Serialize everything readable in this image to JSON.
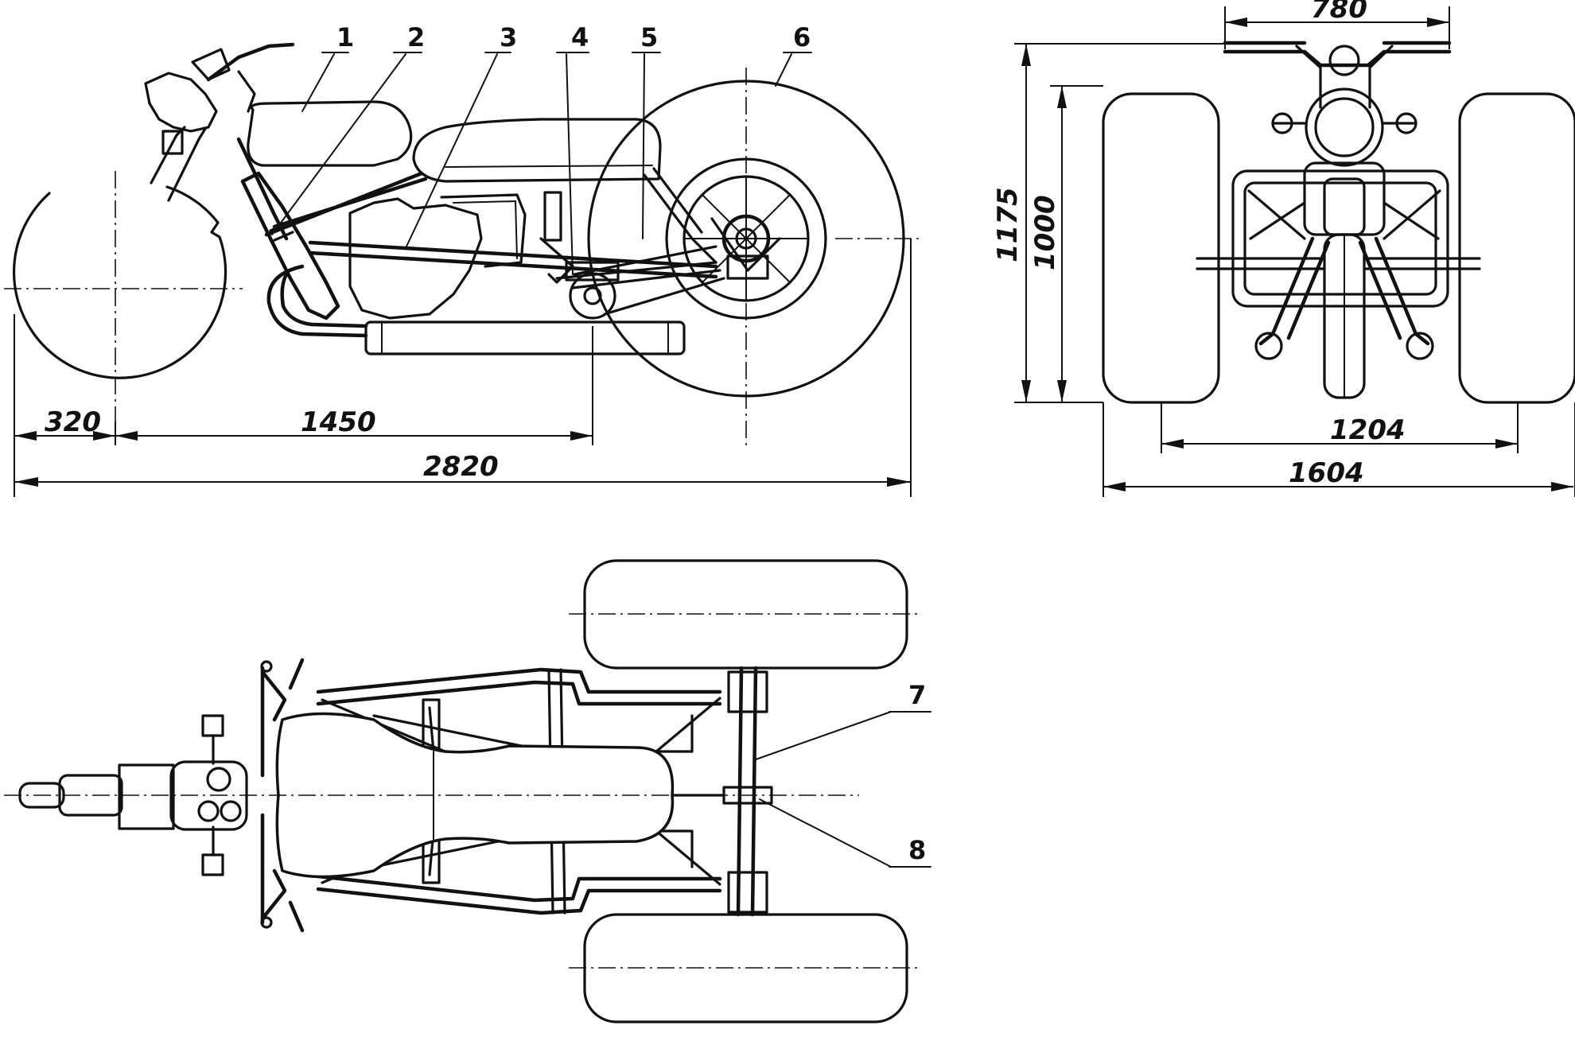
{
  "dimensions": {
    "side_front_overhang": "320",
    "side_front_to_mid": "1450",
    "side_overall_length": "2820",
    "front_handlebar_width": "780",
    "front_overall_height": "1175",
    "front_height_inner": "1000",
    "front_track_inner": "1204",
    "front_overall_width": "1604"
  },
  "part_labels": [
    "1",
    "2",
    "3",
    "4",
    "5",
    "6",
    "7",
    "8"
  ]
}
